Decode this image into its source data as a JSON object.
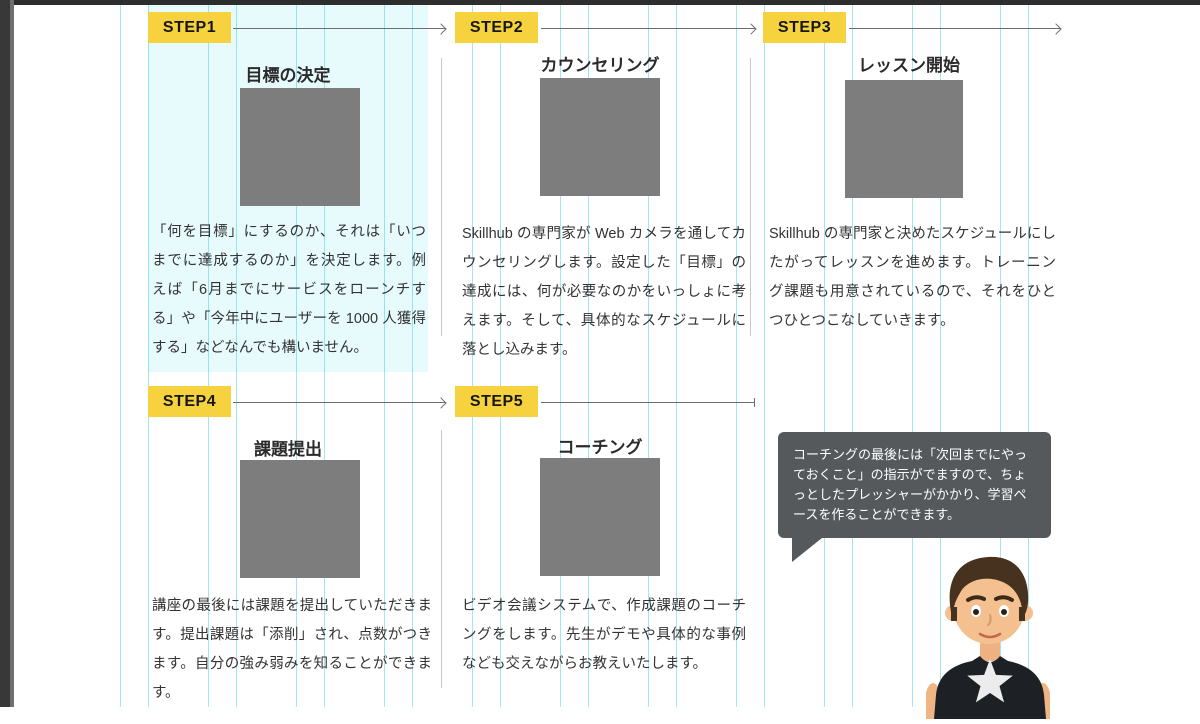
{
  "colors": {
    "badge_yellow": "#f7d23f",
    "highlight_cyan": "#e7fbfd",
    "guide_cyan": "#22c3da",
    "placeholder_gray": "#7d7d7d",
    "bubble_gray": "#55595c",
    "chrome_dark": "#2d2d2d"
  },
  "steps": [
    {
      "badge": "STEP1",
      "title": "目標の決定",
      "desc": "「何を目標」にするのか、それは「いつまでに達成するのか」を決定します。例えば「6月までにサービスをローンチする」や「今年中にユーザーを 1000 人獲得する」などなんでも構いません。"
    },
    {
      "badge": "STEP2",
      "title": "カウンセリング",
      "desc": "Skillhub の専門家が Web カメラを通してカウンセリングします。設定した「目標」の達成には、何が必要なのかをいっしょに考えます。そして、具体的なスケジュールに落とし込みます。"
    },
    {
      "badge": "STEP3",
      "title": "レッスン開始",
      "desc": "Skillhub の専門家と決めたスケジュールにしたがってレッスンを進めます。トレーニング課題も用意されているので、それをひとつひとつこなしていきます。"
    },
    {
      "badge": "STEP4",
      "title": "課題提出",
      "desc": "講座の最後には課題を提出していただきます。提出課題は「添削」され、点数がつきます。自分の強み弱みを知ることができます。"
    },
    {
      "badge": "STEP5",
      "title": "コーチング",
      "desc": "ビデオ会議システムで、作成課題のコーチングをします。先生がデモや具体的な事例なども交えながらお教えいたします。"
    }
  ],
  "speech_bubble": {
    "text": "コーチングの最後には「次回までにやっておくこと」の指示がでますので、ちょっとしたプレッシャーがかかり、学習ペースを作ることができます。"
  },
  "guides": {
    "xs": [
      120,
      148,
      208,
      236,
      296,
      324,
      384,
      412,
      472,
      500,
      560,
      588,
      648,
      676,
      736,
      764,
      824,
      852,
      912,
      940,
      1000,
      1028
    ]
  }
}
